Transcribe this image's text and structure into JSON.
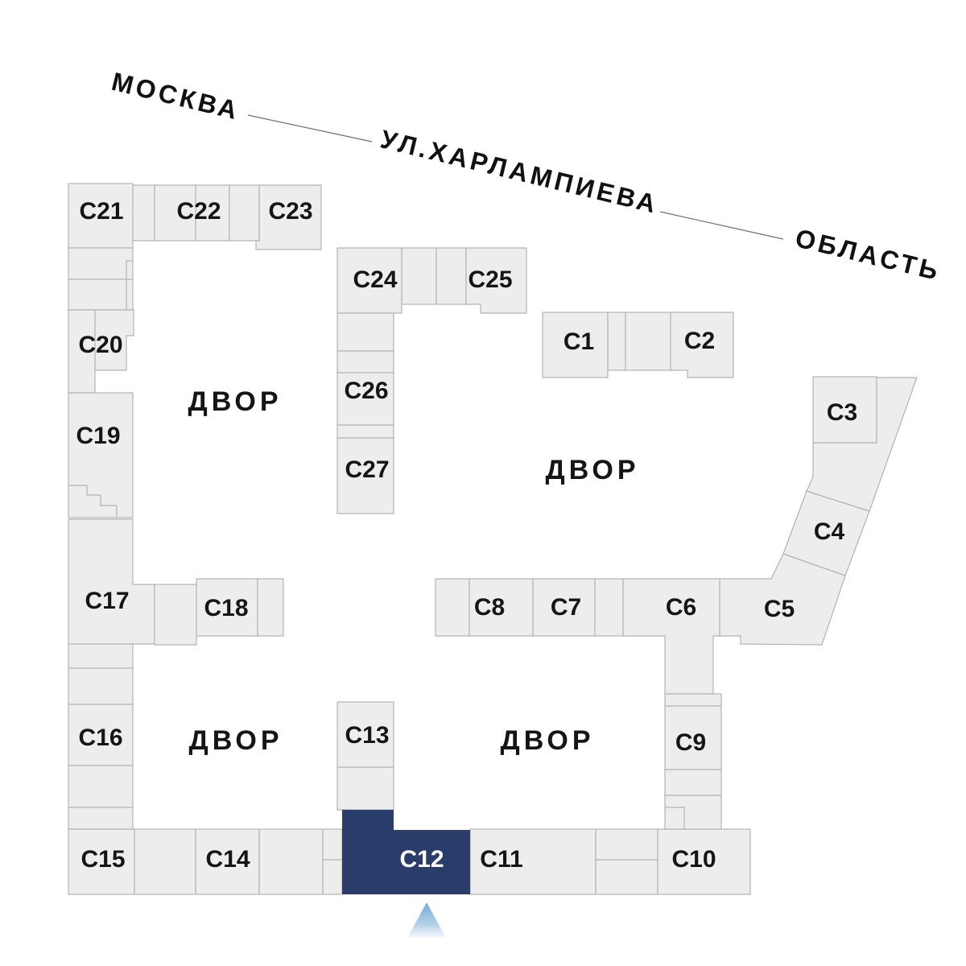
{
  "streets": [
    {
      "label": "МОСКВА"
    },
    {
      "label": "УЛ.ХАРЛАМПИЕВА"
    },
    {
      "label": "ОБЛАСТЬ"
    }
  ],
  "courtyards": [
    {
      "label": "ДВОР"
    },
    {
      "label": "ДВОР"
    },
    {
      "label": "ДВОР"
    },
    {
      "label": "ДВОР"
    }
  ],
  "selected_building": "C12",
  "buildings": [
    {
      "id": "c1",
      "label": "C1"
    },
    {
      "id": "c2",
      "label": "C2"
    },
    {
      "id": "c3",
      "label": "C3"
    },
    {
      "id": "c4",
      "label": "C4"
    },
    {
      "id": "c5",
      "label": "C5"
    },
    {
      "id": "c6",
      "label": "C6"
    },
    {
      "id": "c7",
      "label": "C7"
    },
    {
      "id": "c8",
      "label": "C8"
    },
    {
      "id": "c9",
      "label": "C9"
    },
    {
      "id": "c10",
      "label": "C10"
    },
    {
      "id": "c11",
      "label": "C11"
    },
    {
      "id": "c12",
      "label": "C12"
    },
    {
      "id": "c13",
      "label": "C13"
    },
    {
      "id": "c14",
      "label": "C14"
    },
    {
      "id": "c15",
      "label": "C15"
    },
    {
      "id": "c16",
      "label": "C16"
    },
    {
      "id": "c17",
      "label": "C17"
    },
    {
      "id": "c18",
      "label": "C18"
    },
    {
      "id": "c19",
      "label": "C19"
    },
    {
      "id": "c20",
      "label": "C20"
    },
    {
      "id": "c21",
      "label": "C21"
    },
    {
      "id": "c22",
      "label": "C22"
    },
    {
      "id": "c23",
      "label": "C23"
    },
    {
      "id": "c24",
      "label": "C24"
    },
    {
      "id": "c25",
      "label": "C25"
    },
    {
      "id": "c26",
      "label": "C26"
    },
    {
      "id": "c27",
      "label": "C27"
    }
  ],
  "colors": {
    "background": "#ffffff",
    "block_fill": "#ededed",
    "block_stroke": "#b3b3b3",
    "selected": "#2a3c69",
    "selected_text": "#ffffff",
    "label_text": "#151515",
    "pointer_top": "#74abd4",
    "pointer_bottom": "#eaf3fa"
  }
}
